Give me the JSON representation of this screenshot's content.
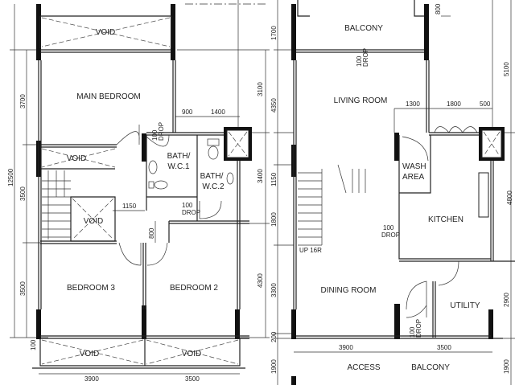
{
  "upper_floor": {
    "rooms": {
      "void_top": "VOID",
      "main_bedroom": "MAIN BEDROOM",
      "void_stair": "VOID",
      "void_small": "VOID",
      "bath_wc1_a": "BATH/",
      "bath_wc1_b": "W.C.1",
      "bath_wc2_a": "BATH/",
      "bath_wc2_b": "W.C.2",
      "bedroom3": "BEDROOM 3",
      "bedroom2": "BEDROOM 2",
      "void_bl": "VOID",
      "void_br": "VOID"
    },
    "drops": {
      "drop1_a": "100",
      "drop1_b": "DROP",
      "drop2_a": "100",
      "drop2_b": "DROP"
    },
    "dims": {
      "total": "12500",
      "d3700": "3700",
      "d3500a": "3500",
      "d3500b": "3500",
      "d100": "100",
      "d900": "900",
      "d1400": "1400",
      "d1150": "1150",
      "d800": "800",
      "d3100": "3100",
      "d3400": "3400",
      "d4300": "4300",
      "bottom_left": "3900",
      "bottom_right": "3500"
    }
  },
  "lower_floor": {
    "rooms": {
      "balcony": "BALCONY",
      "living_room": "LIVING ROOM",
      "wash_a": "WASH",
      "wash_b": "AREA",
      "kitchen": "KITCHEN",
      "dining_room": "DINING ROOM",
      "utility": "UTILITY",
      "access": "ACCESS",
      "access_balcony": "BALCONY",
      "stair_label": "UP 16R"
    },
    "drops": {
      "drop1_a": "100",
      "drop1_b": "DROP",
      "drop2_a": "100",
      "drop2_b": "DROP",
      "drop3_a": "100",
      "drop3_b": "DROP"
    },
    "dims": {
      "d1700": "1700",
      "d4350": "4350",
      "d1150": "1150",
      "d1800v": "1800",
      "d3300": "3300",
      "d200": "200",
      "d1900l": "1900",
      "d800": "800",
      "d5100": "5100",
      "d4800": "4800",
      "d2900": "2900",
      "d1900r": "1900",
      "d1300": "1300",
      "d1800": "1800",
      "d500": "500",
      "bottom_left": "3900",
      "bottom_right": "3500"
    }
  }
}
